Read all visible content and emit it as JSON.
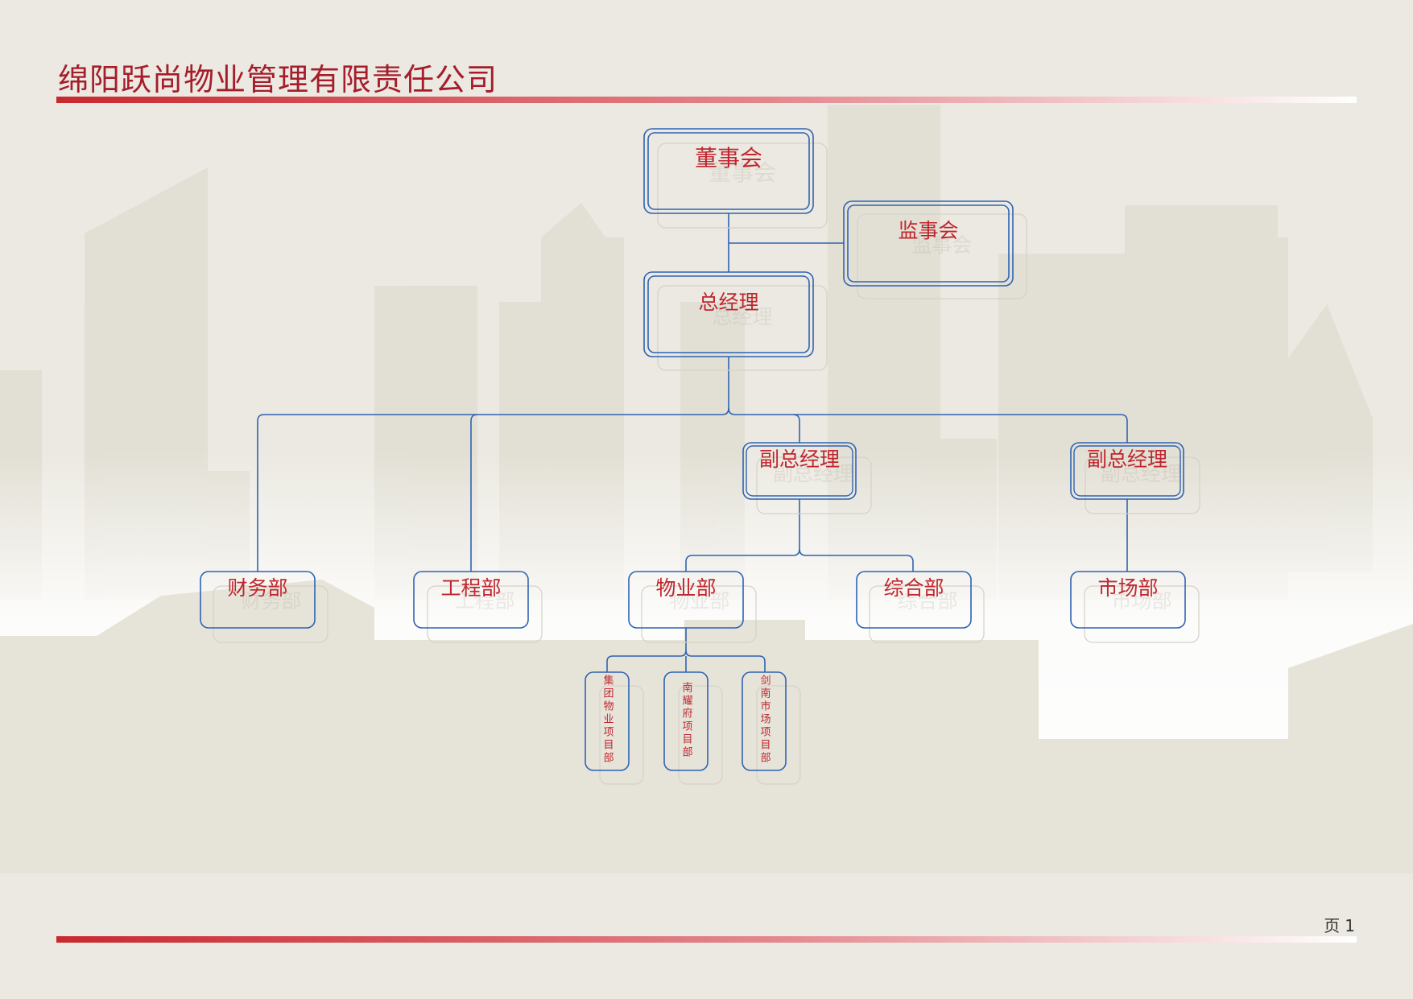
{
  "header": {
    "company_name": "绵阳跃尚物业管理有限责任公司"
  },
  "footer": {
    "page_prefix": "页",
    "page_number": "1"
  },
  "colors": {
    "accent_red": "#c0262e",
    "line_blue": "#2f63b3"
  },
  "org_chart": {
    "board": "董事会",
    "supervisory_board": "监事会",
    "general_manager": "总经理",
    "deputy_gm_1": "副总经理",
    "deputy_gm_2": "副总经理",
    "finance_dept": "财务部",
    "engineering_dept": "工程部",
    "property_dept": "物业部",
    "general_affairs_dept": "综合部",
    "marketing_dept": "市场部",
    "project_group": "集团物业项目部",
    "project_nanyao": "南耀府项目部",
    "project_jiannan": "剑南市场项目部"
  }
}
